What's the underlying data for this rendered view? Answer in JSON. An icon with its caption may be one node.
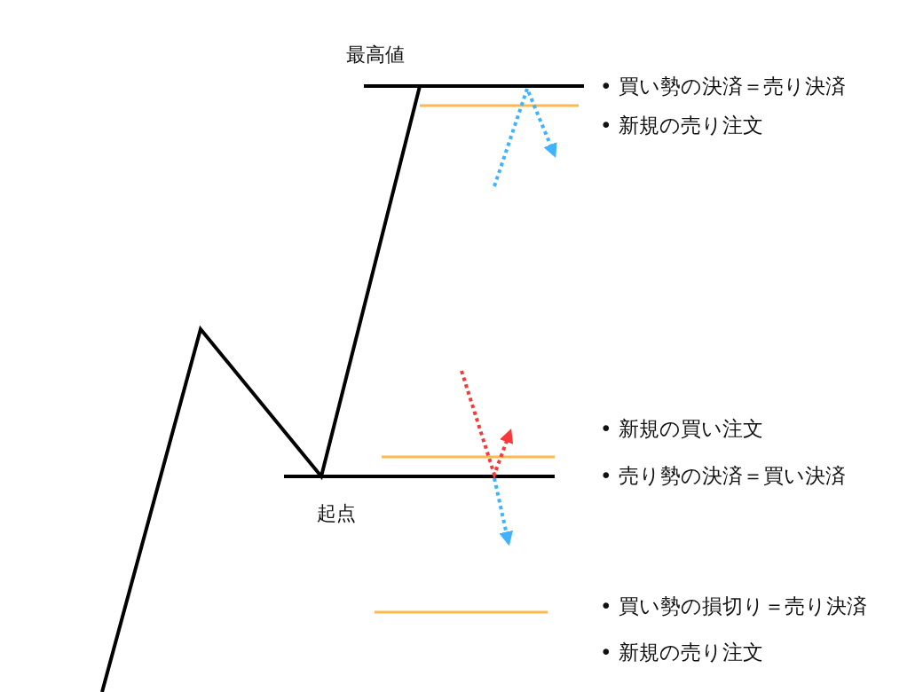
{
  "diagram": {
    "labels": [
      "最高値",
      "• 買い勢の決済＝売り決済",
      "• 新規の売り注文",
      "• 新規の買い注文",
      "• 売り勢の決済＝買い決済",
      "起点",
      "• 買い勢の損切り＝売り決済",
      "• 新規の売り注文"
    ]
  }
}
